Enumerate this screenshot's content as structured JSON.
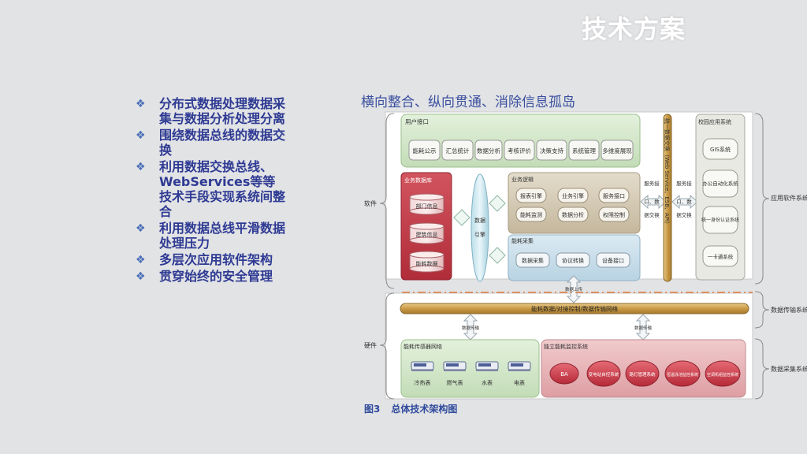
{
  "title": "技术方案",
  "bullets": [
    "分布式数据处理数据采集与数据分析处理分离",
    "围绕数据总线的数据交换",
    "利用数据交换总线、WebServices等等技术手段实现系统间整合",
    "利用数据总线平滑数据处理压力",
    "多层次应用软件架构",
    "贯穿始终的安全管理"
  ],
  "diagram": {
    "title": "横向整合、纵向贯通、消除信息孤岛",
    "caption_num": "图3",
    "caption_text": "总体技术架构图",
    "left_labels": {
      "software": "软件",
      "hardware": "硬件"
    },
    "right_labels": {
      "app": "应用软件系统",
      "transfer": "数据传输系统",
      "collect": "数据采集系统"
    },
    "user_interface": {
      "title": "用户接口",
      "items": [
        "能耗公示",
        "汇总统计",
        "数据分析",
        "考核评价",
        "决策支持",
        "系统管理",
        "多维度展现"
      ]
    },
    "database": {
      "title": "业务数据库",
      "items": [
        "部门信息",
        "建筑信息",
        "能耗数据"
      ]
    },
    "data_engine": {
      "top": "数据",
      "bottom": "引擎"
    },
    "business_logic": {
      "title": "业务逻辑",
      "items": [
        "报表引擎",
        "业务引擎",
        "服务接口",
        "能耗监测",
        "数据分析",
        "权限控制"
      ]
    },
    "energy_collect": {
      "title": "能耗采集",
      "items": [
        "数据采集",
        "协议转换",
        "设备接口"
      ]
    },
    "service_bus_1": {
      "top": "服务接",
      "mid": "口、数",
      "bottom": "据交换"
    },
    "esb_bar": "统一数据交换（Web Service、ESB、API）",
    "service_bus_2": {
      "top": "服务接",
      "mid": "口、数",
      "bottom": "据交换"
    },
    "campus_apps": {
      "title": "校园应用系统",
      "items": [
        "GIS系统",
        "办公自动化系统",
        "统一身份认证系统",
        "一卡通系统"
      ]
    },
    "collect_up": "数据上传",
    "transfer_bar": "能耗数据/对接控制/数据传输网络",
    "arrow_left": "数据传输",
    "arrow_right": "数据传输",
    "sensor_net": {
      "title": "能耗传感器网络",
      "items": [
        "冷热表",
        "燃气表",
        "水表",
        "电表"
      ]
    },
    "control_sys": {
      "title": "独立能耗监控系统",
      "items": [
        "BA",
        "变电站自控系统",
        "路灯管理系统",
        "恒温泳池监控系统",
        "空调机组监控系统"
      ]
    }
  }
}
